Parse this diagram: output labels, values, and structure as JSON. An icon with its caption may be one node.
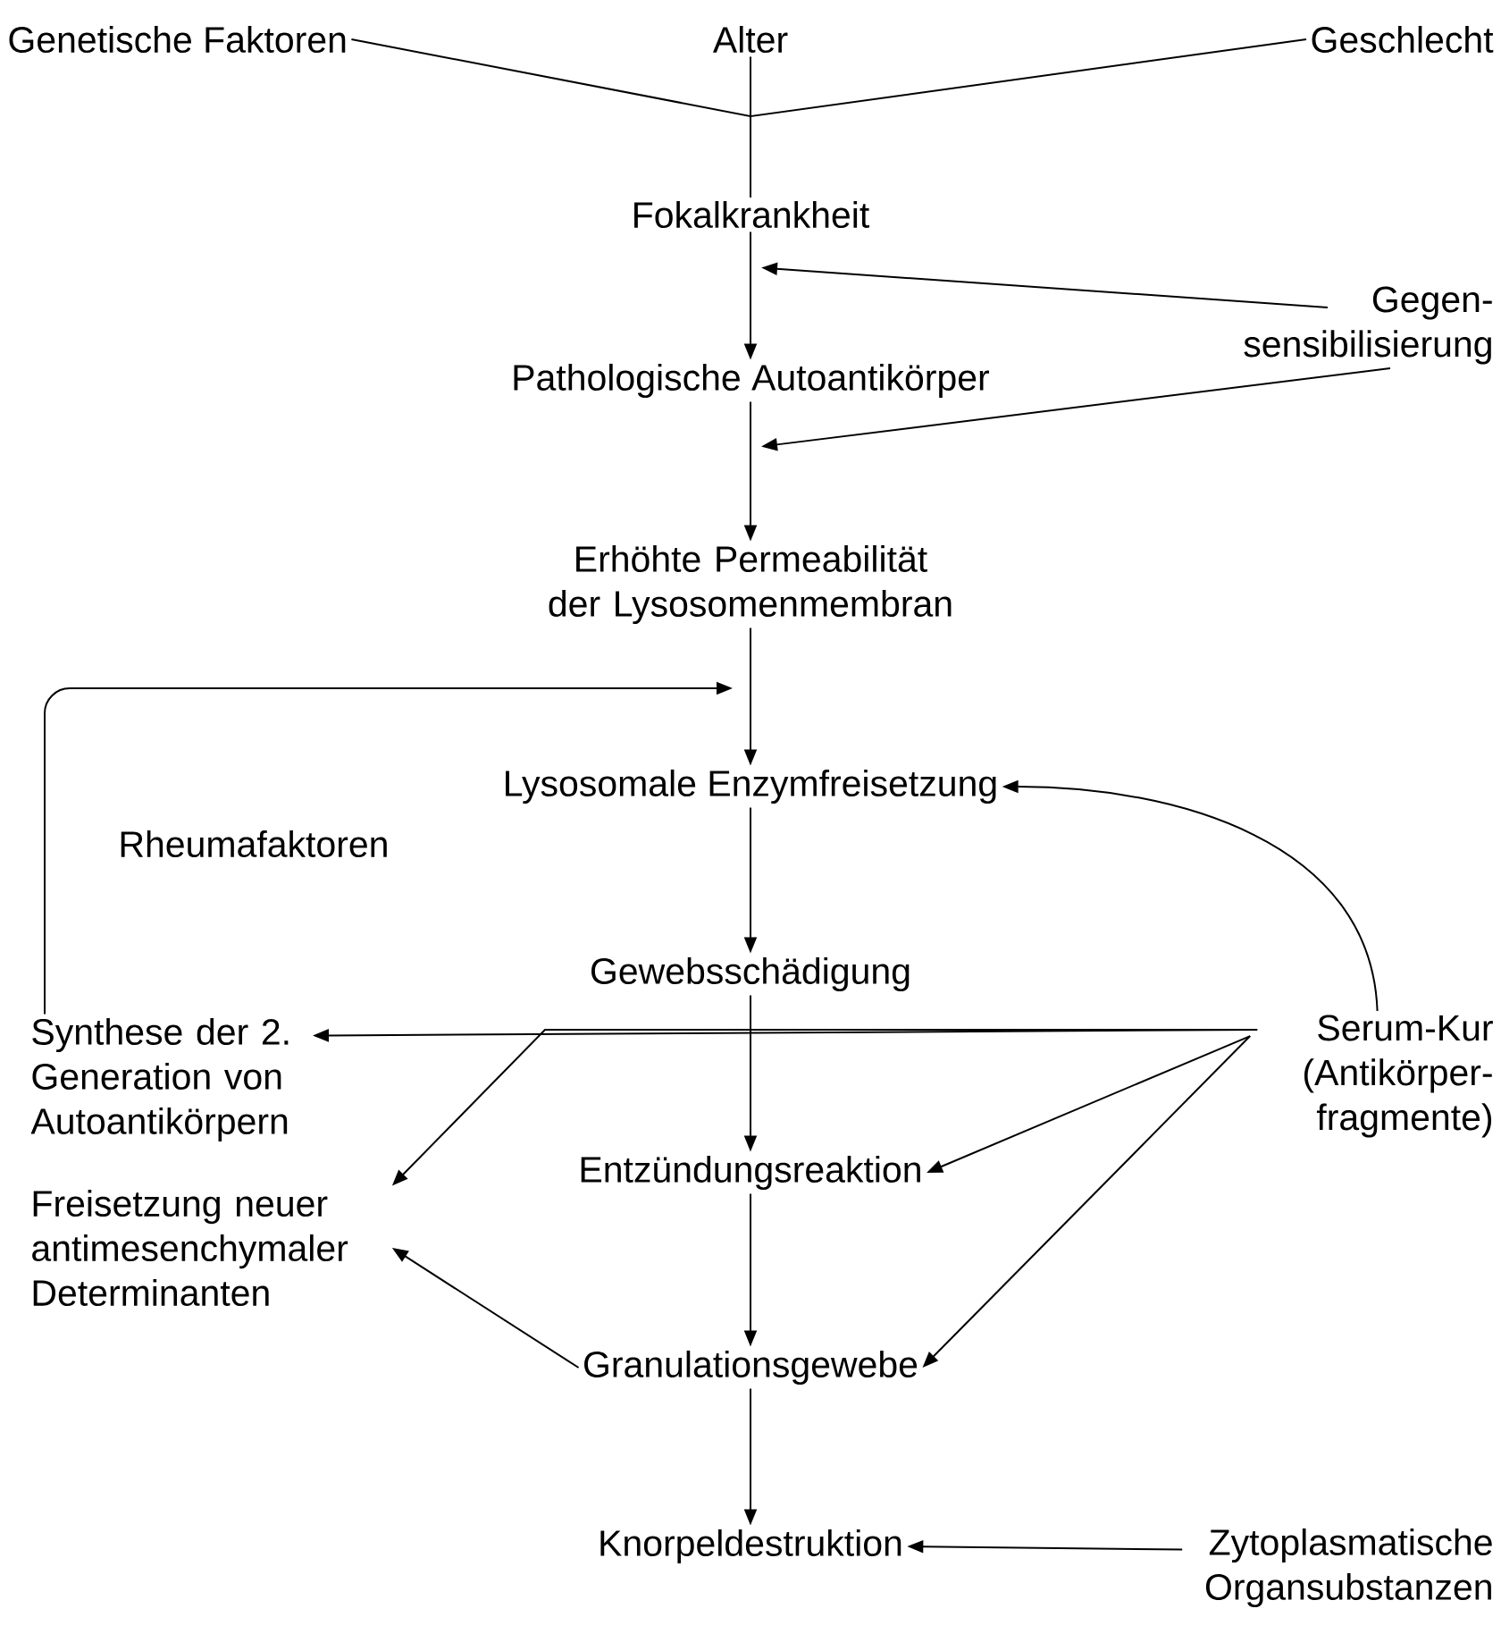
{
  "diagram": {
    "nodes": [
      {
        "text": [
          "Genetische Faktoren"
        ]
      },
      {
        "text": [
          "Alter"
        ]
      },
      {
        "text": [
          "Geschlecht"
        ]
      },
      {
        "text": [
          "Fokalkrankheit"
        ]
      },
      {
        "text": [
          "Gegen- sensibilisierung"
        ]
      },
      {
        "text": [
          "Pathologische Autoantikörper"
        ]
      },
      {
        "text": [
          "Erhöhte Permeabilität der Lysosomenmembran"
        ]
      },
      {
        "text": [
          "Lysosomale Enzymfreisetzung"
        ]
      },
      {
        "text": [
          "Gewebsschädigung"
        ]
      },
      {
        "text": [
          "Synthese der 2. Generation von Autoantikörpern"
        ]
      },
      {
        "text": [
          "Serum-Kur (Antikörper- fragmente)"
        ]
      },
      {
        "text": [
          "Freisetzung neuer antimesenchymaler Determinanten"
        ]
      },
      {
        "text": [
          "Entzündungsreaktion"
        ]
      },
      {
        "text": [
          "Granulationsgewebe"
        ]
      },
      {
        "text": [
          "Knorpeldestruktion"
        ]
      },
      {
        "text": [
          "Zytoplasmatische Organsubstanzen"
        ]
      }
    ],
    "edges": [
      {
        "from": 0,
        "to": 3,
        "arrow": "none"
      },
      {
        "from": 1,
        "to": 3,
        "arrow": "none"
      },
      {
        "from": 2,
        "to": 3,
        "arrow": "none"
      },
      {
        "from": 3,
        "to": 5,
        "arrow": "to"
      },
      {
        "from": 4,
        "to": 3,
        "arrow": "to"
      },
      {
        "from": 4,
        "to": 5,
        "arrow": "to"
      },
      {
        "from": 5,
        "to": 6,
        "arrow": "to"
      },
      {
        "from": 6,
        "to": 7,
        "arrow": "to"
      },
      {
        "from": 9,
        "to": null,
        "arrow": "to"
      },
      {
        "from": 10,
        "to": 7,
        "arrow": "to"
      },
      {
        "from": 7,
        "to": 8,
        "arrow": "to"
      },
      {
        "from": 10,
        "to": 9,
        "arrow": "to"
      },
      {
        "from": 10,
        "to": 11,
        "arrow": "to"
      },
      {
        "from": 8,
        "to": 12,
        "arrow": "to"
      },
      {
        "from": 10,
        "to": 12,
        "arrow": "to"
      },
      {
        "from": 10,
        "to": 13,
        "arrow": "to"
      },
      {
        "from": 12,
        "to": 13,
        "arrow": "to"
      },
      {
        "from": 13,
        "to": 11,
        "arrow": "to"
      },
      {
        "from": 13,
        "to": 14,
        "arrow": "to"
      },
      {
        "from": 15,
        "to": 14,
        "arrow": "to"
      }
    ],
    "labels": [
      "Rheumafaktoren"
    ]
  }
}
